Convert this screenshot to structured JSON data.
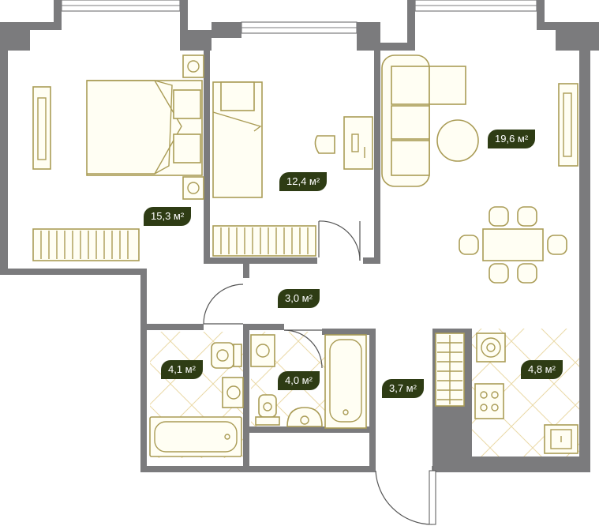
{
  "rooms": [
    {
      "id": "bedroom",
      "area": "15,3 м²"
    },
    {
      "id": "second-bedroom",
      "area": "12,4 м²"
    },
    {
      "id": "living-room",
      "area": "19,6 м²"
    },
    {
      "id": "hallway",
      "area": "3,0 м²"
    },
    {
      "id": "bathroom-left",
      "area": "4,1 м²"
    },
    {
      "id": "bathroom-center",
      "area": "4,0 м²"
    },
    {
      "id": "entrance-hall",
      "area": "3,7 м²"
    },
    {
      "id": "kitchen",
      "area": "4,8 м²"
    }
  ],
  "colors": {
    "wall": "#7b7b7d",
    "furniture": "#aa9c56",
    "tile": "#ead9a7",
    "badge": "#2e3c14",
    "badge_text": "#ffffff"
  }
}
